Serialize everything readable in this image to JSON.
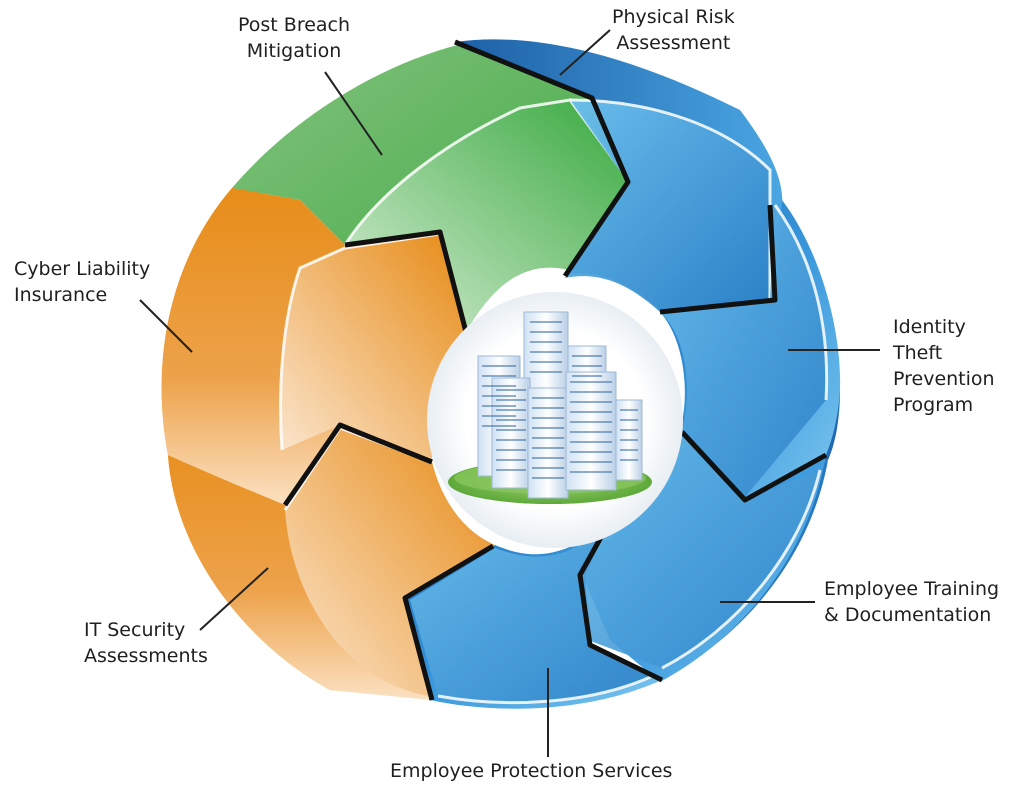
{
  "diagram": {
    "segments": [
      {
        "id": "post-breach",
        "lines": [
          "Post Breach",
          "Mitigation"
        ],
        "color": "#5aae5a"
      },
      {
        "id": "physical-risk",
        "lines": [
          "Physical Risk",
          "Assessment"
        ],
        "color": "#2f86cc"
      },
      {
        "id": "identity-theft",
        "lines": [
          "Identity",
          "Theft",
          "Prevention",
          "Program"
        ],
        "color": "#3d97d8"
      },
      {
        "id": "employee-training",
        "lines": [
          "Employee Training",
          "& Documentation"
        ],
        "color": "#3a91d4"
      },
      {
        "id": "employee-protection",
        "lines": [
          "Employee Protection Services"
        ],
        "color": "#2f86cc"
      },
      {
        "id": "it-security",
        "lines": [
          "IT Security",
          "Assessments"
        ],
        "color": "#e8901a"
      },
      {
        "id": "cyber-liability",
        "lines": [
          "Cyber Liability",
          "Insurance"
        ],
        "color": "#e8901a"
      }
    ],
    "center_icon": "office-buildings-icon"
  }
}
